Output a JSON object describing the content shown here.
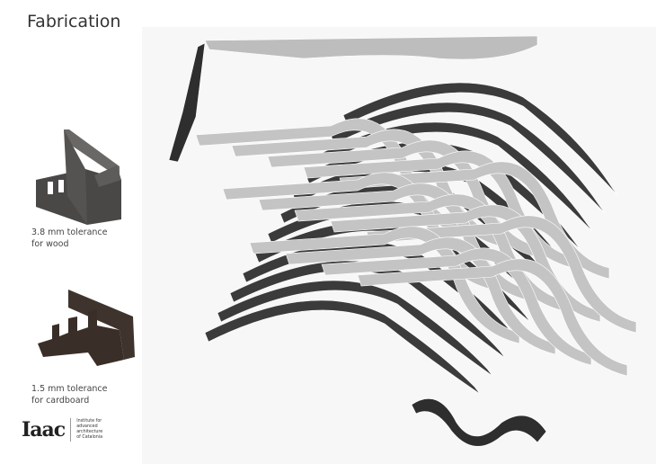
{
  "slide": {
    "title": "Fabrication",
    "samples": [
      {
        "line1": "3.8 mm tolerance",
        "line2": "for wood",
        "material_color": "#4a4846"
      },
      {
        "line1": "1.5 mm tolerance",
        "line2": "for cardboard",
        "material_color": "#3e342d"
      }
    ],
    "logo": {
      "mark": "Iaac",
      "text": [
        "Institute for",
        "advanced",
        "architecture",
        "of Catalonia"
      ]
    }
  },
  "colors": {
    "light_strip": "#bdbdbd",
    "dark_strip": "#3b3b3b",
    "panel": "#f7f7f7"
  }
}
